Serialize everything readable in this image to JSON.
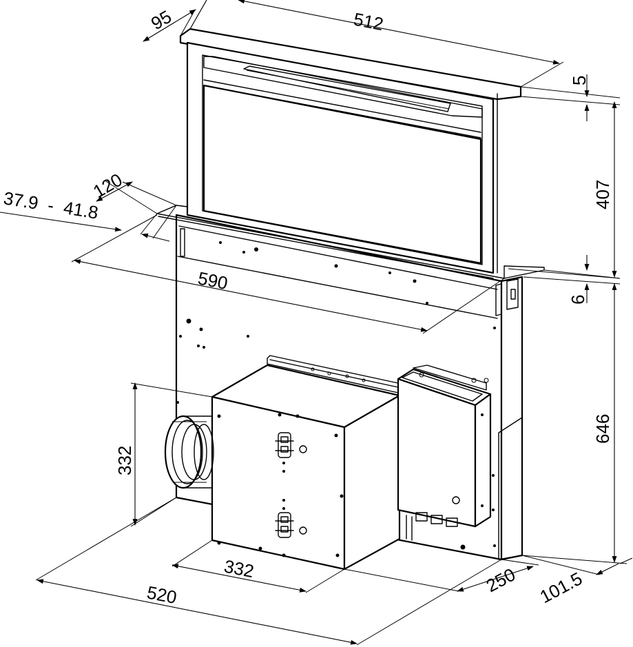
{
  "diagram": {
    "dimensions": {
      "top_depth": "95",
      "top_width": "512",
      "top_thickness": "5",
      "visible_height": "407",
      "recess": "120",
      "worktop_range": "37.9  -  41.8",
      "cutout_width": "590",
      "flange": "6",
      "body_height": "646",
      "motor_height": "332",
      "motor_width": "332",
      "depth_250": "250",
      "overall_width": "520",
      "offset_depth": "101.5"
    }
  }
}
